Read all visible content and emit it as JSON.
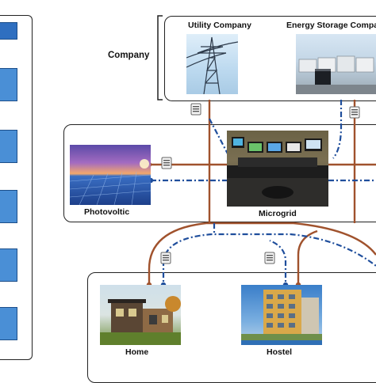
{
  "diagram": {
    "company_group_label": "Company",
    "nodes": {
      "utility": "Utility Company",
      "storage": "Energy Storage Compa",
      "photovoltic": "Photovoltic",
      "microgrid": "Microgrid",
      "home": "Home",
      "hostel": "Hostel"
    },
    "link_styles": {
      "power": "#a0522d",
      "information": "#1f4e9c"
    },
    "legend_swatch_color": "#4a8fd6",
    "icons": [
      "transmission-tower-icon",
      "battery-storage-icon",
      "solar-panel-icon",
      "control-room-icon",
      "house-icon",
      "building-icon",
      "smart-meter-icon"
    ]
  }
}
